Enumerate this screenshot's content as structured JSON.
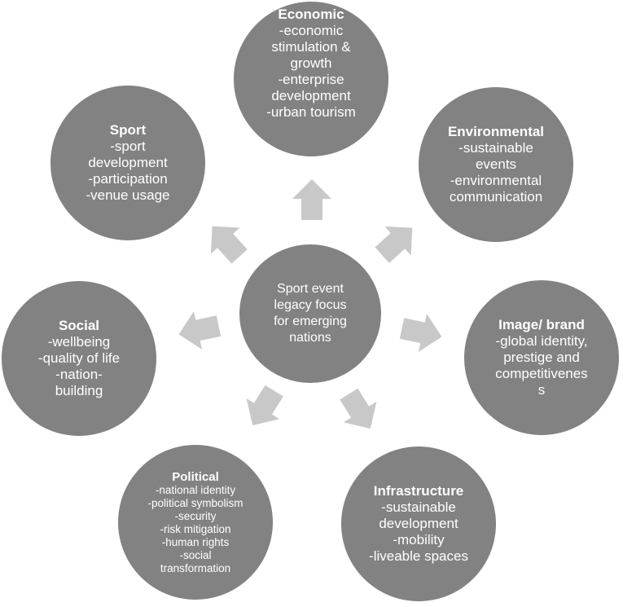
{
  "center": {
    "lines": [
      "Sport event",
      "legacy focus",
      "for emerging",
      "nations"
    ]
  },
  "nodes": [
    {
      "id": "economic",
      "title": "Economic",
      "items": [
        "-economic",
        "stimulation &",
        "growth",
        "-enterprise",
        "development",
        "-urban tourism"
      ]
    },
    {
      "id": "environmental",
      "title": "Environmental",
      "items": [
        "-sustainable",
        "events",
        "-environmental",
        "communication"
      ]
    },
    {
      "id": "image-brand",
      "title": "Image/ brand",
      "items": [
        "-global identity,",
        "prestige and",
        "competitivenes",
        "s"
      ]
    },
    {
      "id": "infrastructure",
      "title": "Infrastructure",
      "items": [
        "-sustainable",
        "development",
        "-mobility",
        "-liveable spaces"
      ]
    },
    {
      "id": "political",
      "title": "Political",
      "items": [
        "-national identity",
        "-political symbolism",
        "-security",
        "-risk mitigation",
        "-human rights",
        "-social",
        "transformation"
      ]
    },
    {
      "id": "social",
      "title": "Social",
      "items": [
        "-wellbeing",
        "-quality of life",
        "-nation-",
        "building"
      ]
    },
    {
      "id": "sport",
      "title": "Sport",
      "items": [
        "-sport",
        "development",
        "-participation",
        "-venue usage"
      ]
    }
  ],
  "colors": {
    "circle": "#828282",
    "arrow": "#c8c8c8",
    "text": "#ffffff"
  }
}
